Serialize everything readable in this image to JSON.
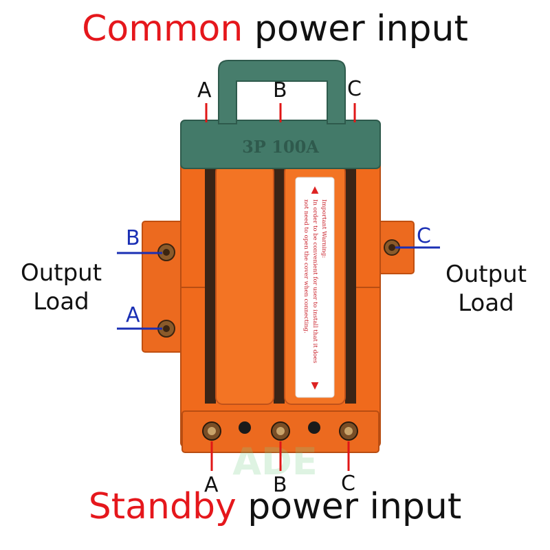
{
  "top_title": {
    "highlight": "Common",
    "rest": " power input"
  },
  "bottom_title": {
    "highlight": "Standby",
    "rest": " power input"
  },
  "left_label": {
    "line1": "Output",
    "line2": "Load"
  },
  "right_label": {
    "line1": "Output",
    "line2": "Load"
  },
  "top_terminals": [
    "A",
    "B",
    "C"
  ],
  "bottom_terminals": [
    "A",
    "B",
    "C"
  ],
  "left_outputs": [
    "B",
    "A"
  ],
  "right_outputs": [
    "C"
  ],
  "device_marking": "3P 100A",
  "warning_lines": [
    "Important Warning:",
    "In order to be convenient for user to install that it does",
    "not need to open the cover when connecting."
  ],
  "watermark": "ADE",
  "colors": {
    "switch_orange": "#f06a1c",
    "handle_green": "#3f7564",
    "title_red": "#e5171c",
    "output_blue": "#1a2fb4",
    "pointer_red": "#e01616"
  }
}
